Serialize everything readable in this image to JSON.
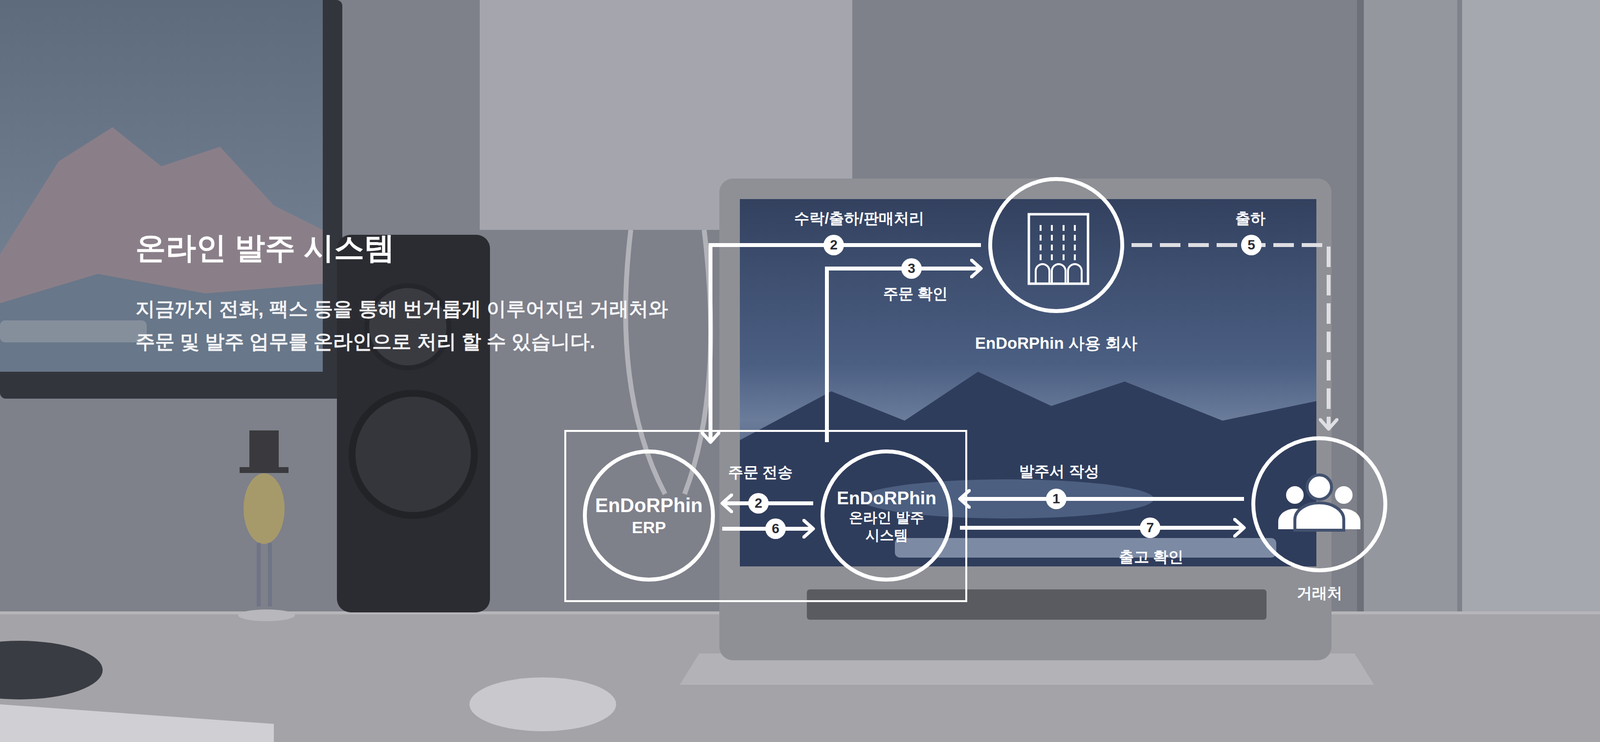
{
  "diagram": {
    "title": "온라인 발주 시스템",
    "caption": "지금까지 전화, 팩스 등을 통해 번거롭게 이루어지던 거래처와 주문 및 발주 업무를 온라인으로 처리 할 수 있습니다.",
    "nodes": [
      {
        "text": [
          "EnDoRPhin 사용 회사"
        ]
      },
      {
        "text": [
          "EnDoRPhin",
          "ERP"
        ]
      },
      {
        "text": [
          "EnDoRPhin",
          "온라인 발주 시스템"
        ]
      },
      {
        "text": [
          "거래처"
        ]
      }
    ],
    "edges": [
      {
        "from": 3,
        "to": 2,
        "arrow": "to",
        "label": "발주서 작성"
      },
      {
        "from": 2,
        "to": 1,
        "arrow": "to",
        "label": "주문 전송"
      },
      {
        "from": 1,
        "to": 2,
        "arrow": "to"
      },
      {
        "from": 2,
        "to": 3,
        "arrow": "to",
        "label": "출고 확인"
      },
      {
        "from": 0,
        "to": 1,
        "arrow": "to",
        "label": "수락/출하/판매처리"
      },
      {
        "from": 2,
        "to": 0,
        "arrow": "to",
        "label": "주문 확인"
      },
      {
        "from": 0,
        "to": 3,
        "arrow": "to",
        "label": "출하"
      }
    ],
    "labels": [
      "1",
      "2",
      "6",
      "7",
      "2",
      "3",
      "5"
    ]
  }
}
